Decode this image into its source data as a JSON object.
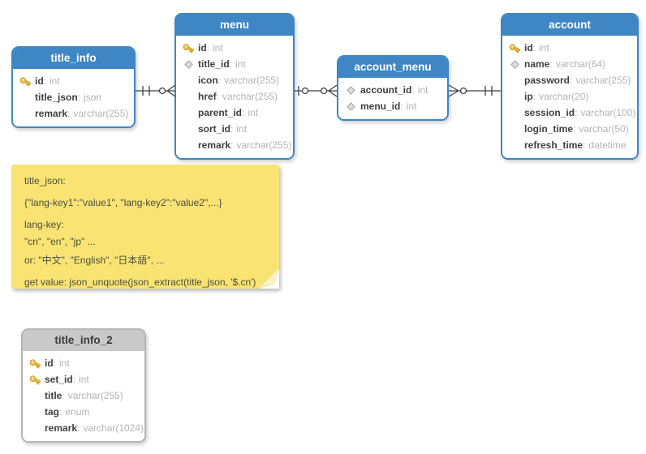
{
  "diagram": {
    "type": "entity-relationship",
    "background": "#ffffff",
    "accent_blue": "#3e86c4",
    "gray_header": "#c9c9c9",
    "note_yellow": "#f9e473",
    "field_name_color": "#3f3f3f",
    "field_type_color": "#b3b3b3"
  },
  "labels": {
    "colon": ":"
  },
  "tables": [
    {
      "title": "title_info",
      "style": "blue",
      "fields": [
        {
          "icon": "primary-key-icon",
          "name": "id",
          "type": "int"
        },
        {
          "icon": "",
          "name": "title_json",
          "type": "json"
        },
        {
          "icon": "",
          "name": "remark",
          "type": "varchar(255)"
        }
      ]
    },
    {
      "title": "menu",
      "style": "blue",
      "fields": [
        {
          "icon": "primary-key-icon",
          "name": "id",
          "type": "int"
        },
        {
          "icon": "foreign-key-diamond-icon",
          "name": "title_id",
          "type": "int"
        },
        {
          "icon": "",
          "name": "icon",
          "type": "varchar(255)"
        },
        {
          "icon": "",
          "name": "href",
          "type": "varchar(255)"
        },
        {
          "icon": "",
          "name": "parent_id",
          "type": "int"
        },
        {
          "icon": "",
          "name": "sort_id",
          "type": "int"
        },
        {
          "icon": "",
          "name": "remark",
          "type": "varchar(255)"
        }
      ]
    },
    {
      "title": "account_menu",
      "style": "blue",
      "fields": [
        {
          "icon": "foreign-key-diamond-icon",
          "name": "account_id",
          "type": "int"
        },
        {
          "icon": "foreign-key-diamond-icon",
          "name": "menu_id",
          "type": "int"
        }
      ]
    },
    {
      "title": "account",
      "style": "blue",
      "fields": [
        {
          "icon": "primary-key-icon",
          "name": "id",
          "type": "int"
        },
        {
          "icon": "foreign-key-diamond-icon",
          "name": "name",
          "type": "varchar(64)"
        },
        {
          "icon": "",
          "name": "password",
          "type": "varchar(255)"
        },
        {
          "icon": "",
          "name": "ip",
          "type": "varchar(20)"
        },
        {
          "icon": "",
          "name": "session_id",
          "type": "varchar(100)"
        },
        {
          "icon": "",
          "name": "login_time",
          "type": "varchar(50)"
        },
        {
          "icon": "",
          "name": "refresh_time",
          "type": "datetime"
        }
      ]
    },
    {
      "title": "title_info_2",
      "style": "gray",
      "fields": [
        {
          "icon": "primary-key-icon",
          "name": "id",
          "type": "int"
        },
        {
          "icon": "primary-key-icon",
          "name": "set_id",
          "type": "int"
        },
        {
          "icon": "",
          "name": "title",
          "type": "varchar(255)"
        },
        {
          "icon": "",
          "name": "tag",
          "type": "enum"
        },
        {
          "icon": "",
          "name": "remark",
          "type": "varchar(1024)"
        }
      ]
    }
  ],
  "relationships": [
    {
      "from": "title_info",
      "to": "menu",
      "from_cardinality": "one-and-only-one",
      "to_cardinality": "zero-or-many"
    },
    {
      "from": "menu",
      "to": "account_menu",
      "from_cardinality": "zero-or-one",
      "to_cardinality": "zero-or-many"
    },
    {
      "from": "account_menu",
      "to": "account",
      "from_cardinality": "zero-or-many",
      "to_cardinality": "one-and-only-one"
    }
  ],
  "note": {
    "lines": [
      "title_json:",
      "{\"lang-key1\":\"value1\", \"lang-key2\":\"value2\",...}",
      "lang-key:",
      "\"cn\", \"en\", \"jp\" ...",
      "or: \"中文\", \"English\", \"日本語\", ...",
      "get value: json_unquote(json_extract(title_json, '$.cn')"
    ]
  }
}
